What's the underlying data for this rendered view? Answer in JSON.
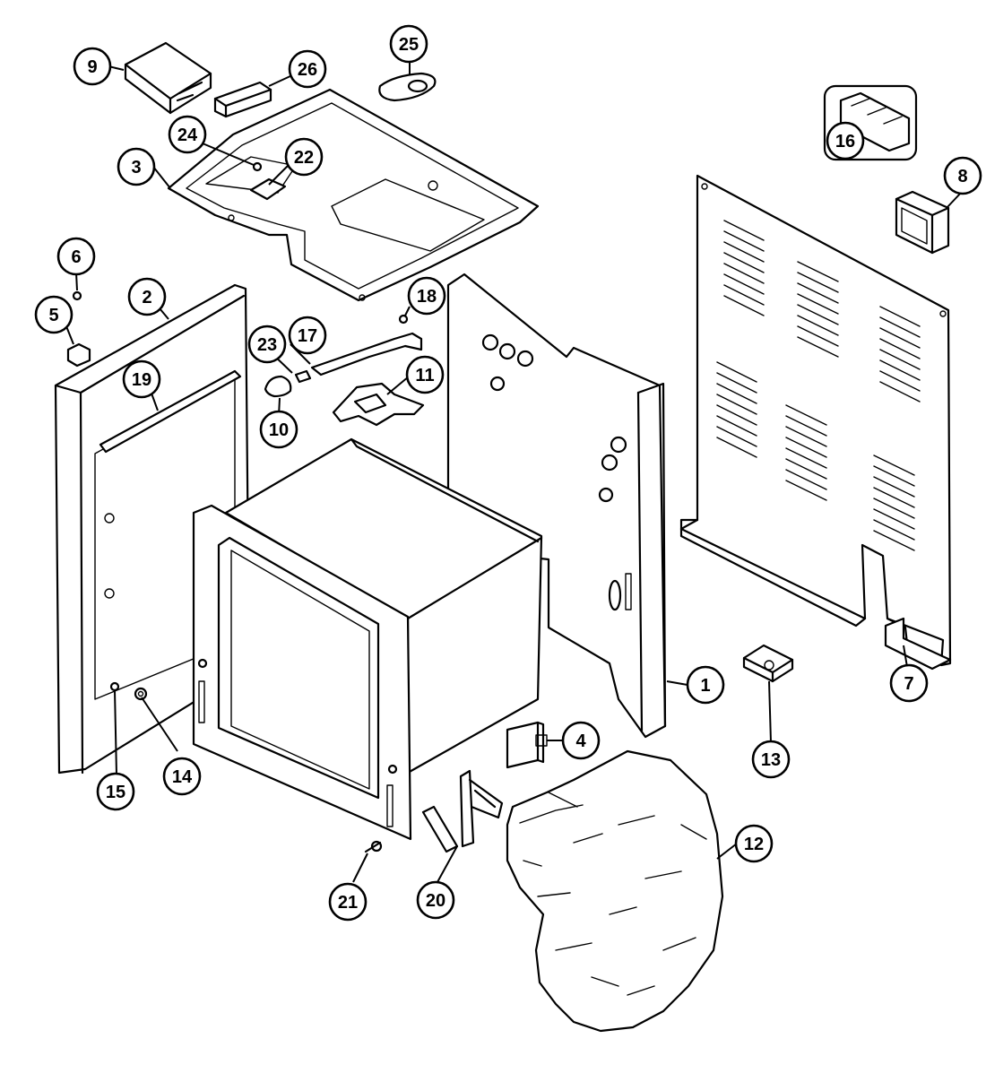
{
  "callouts": [
    {
      "id": "c1",
      "number": "1"
    },
    {
      "id": "c2",
      "number": "2"
    },
    {
      "id": "c3",
      "number": "3"
    },
    {
      "id": "c4",
      "number": "4"
    },
    {
      "id": "c5",
      "number": "5"
    },
    {
      "id": "c6",
      "number": "6"
    },
    {
      "id": "c7",
      "number": "7"
    },
    {
      "id": "c8",
      "number": "8"
    },
    {
      "id": "c9",
      "number": "9"
    },
    {
      "id": "c10",
      "number": "10"
    },
    {
      "id": "c11",
      "number": "11"
    },
    {
      "id": "c12",
      "number": "12"
    },
    {
      "id": "c13",
      "number": "13"
    },
    {
      "id": "c14",
      "number": "14"
    },
    {
      "id": "c15",
      "number": "15"
    },
    {
      "id": "c16",
      "number": "16"
    },
    {
      "id": "c17",
      "number": "17"
    },
    {
      "id": "c18",
      "number": "18"
    },
    {
      "id": "c19",
      "number": "19"
    },
    {
      "id": "c20",
      "number": "20"
    },
    {
      "id": "c21",
      "number": "21"
    },
    {
      "id": "c22",
      "number": "22"
    },
    {
      "id": "c23",
      "number": "23"
    },
    {
      "id": "c24",
      "number": "24"
    },
    {
      "id": "c25",
      "number": "25"
    },
    {
      "id": "c26",
      "number": "26"
    }
  ]
}
